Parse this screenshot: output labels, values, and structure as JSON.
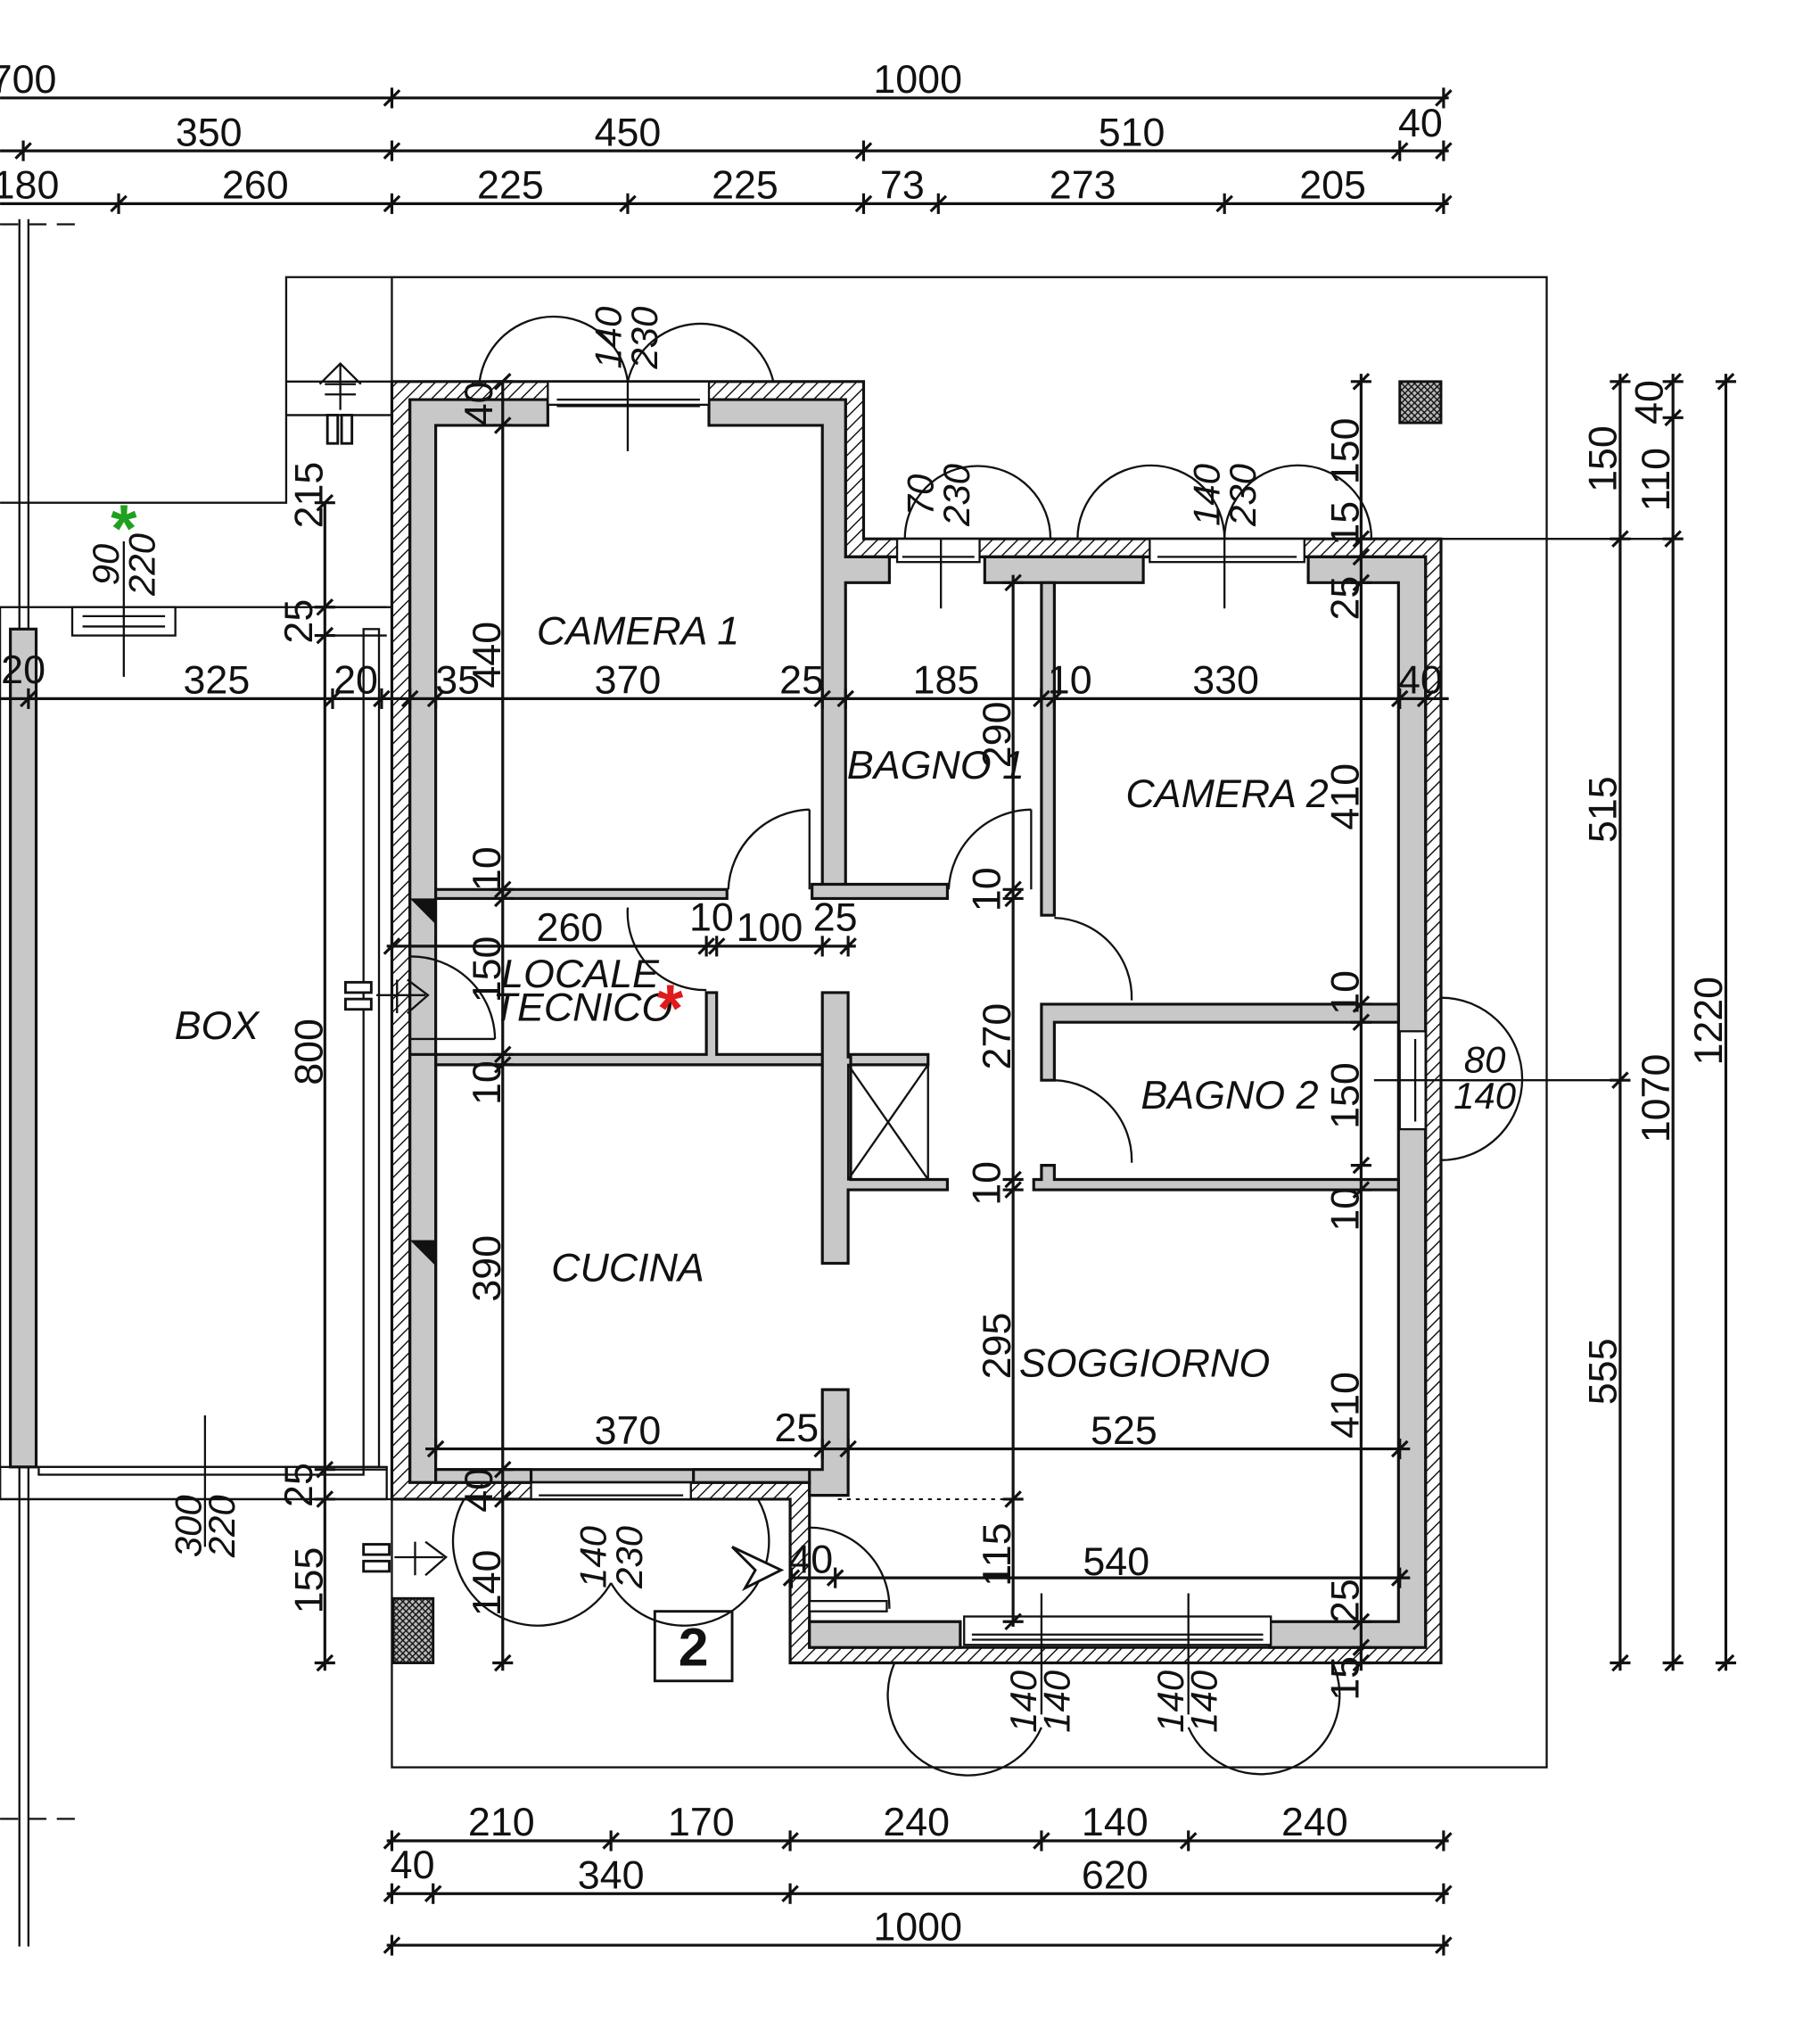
{
  "colors": {
    "wall_fill": "#c8c8c8",
    "line": "#111111",
    "green_marker": "#1fa01f",
    "red_marker": "#e01b1b"
  },
  "rooms": {
    "camera1": "CAMERA 1",
    "bagno1": "BAGNO 1",
    "camera2": "CAMERA 2",
    "locale_tecnico_l1": "LOCALE",
    "locale_tecnico_l2": "TECNICO",
    "bagno2": "BAGNO 2",
    "cucina": "CUCINA",
    "soggiorno": "SOGGIORNO",
    "box": "BOX"
  },
  "markers": {
    "asterisk": "*",
    "section_label": "2"
  },
  "top_dims": {
    "row1": [
      "700",
      "1000"
    ],
    "row2": [
      "350",
      "450",
      "510",
      "40"
    ],
    "row3": [
      "180",
      "260",
      "225",
      "225",
      "73",
      "273",
      "205"
    ]
  },
  "bottom_dims": {
    "row1": [
      "210",
      "170",
      "240",
      "140",
      "240"
    ],
    "row2": [
      "40",
      "340",
      "620"
    ],
    "row3": [
      "1000"
    ]
  },
  "right_dims": {
    "col1": [
      "150",
      "515",
      "555"
    ],
    "col2": [
      "40",
      "110",
      "1070"
    ],
    "col3": [
      "1220"
    ]
  },
  "interior_dims": {
    "mid_row": [
      "20",
      "325",
      "20",
      "35",
      "370",
      "25",
      "185",
      "10",
      "330",
      "40"
    ],
    "corridor_row": [
      "260",
      "10",
      "100",
      "25"
    ],
    "kitchen_row": [
      "370",
      "25",
      "525"
    ],
    "entry_row": [
      "40",
      "540"
    ],
    "v_main": [
      "40",
      "440",
      "10",
      "150",
      "10",
      "390",
      "40",
      "140"
    ],
    "v_box": [
      "215",
      "25",
      "800",
      "25",
      "155"
    ],
    "v_center": [
      "290",
      "10",
      "270",
      "10",
      "295",
      "115"
    ],
    "v_right": [
      "150",
      "15",
      "25",
      "410",
      "10",
      "150",
      "10",
      "410",
      "25",
      "15"
    ]
  },
  "windows": {
    "w_cam1": [
      "140",
      "230"
    ],
    "w_bagno1": [
      "70",
      "230"
    ],
    "w_cam2": [
      "140",
      "230"
    ],
    "w_box": [
      "90",
      "220"
    ],
    "w_box_bottom": [
      "300",
      "220"
    ],
    "w_cucina": [
      "140",
      "230"
    ],
    "w_bagno2": [
      "80",
      "140"
    ],
    "w_sog1": [
      "140",
      "140"
    ],
    "w_sog2": [
      "140",
      "140"
    ]
  }
}
